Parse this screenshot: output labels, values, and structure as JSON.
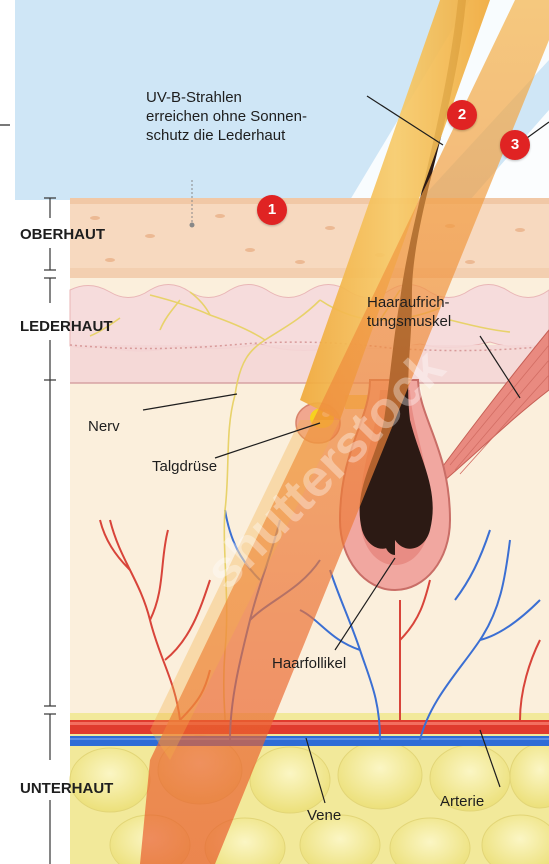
{
  "layers": {
    "epidermis": "OBERHAUT",
    "dermis": "LEDERHAUT",
    "subcutis": "UNTERHAUT"
  },
  "callout": {
    "line1": "UV-B-Strahlen",
    "line2": "erreichen ohne Sonnen-",
    "line3": "schutz die Lederhaut"
  },
  "markers": {
    "m1": "1",
    "m2": "2",
    "m3": "3"
  },
  "labels": {
    "nerve": "Nerv",
    "sebaceous_gland": "Talgdrüse",
    "arrector_line1": "Haaraufrich-",
    "arrector_line2": "tungsmuskel",
    "hair_follicle": "Haarfollikel",
    "vein": "Vene",
    "artery": "Arterie"
  },
  "colors": {
    "background_blue": "#cfe6f6",
    "epidermis": "#f7d9bf",
    "dermis": "#fbefdc",
    "subcutis_fat": "#f6ef9c",
    "artery": "#e03b2e",
    "vein": "#2e6cd6",
    "uv_ray": "#f2b43c",
    "marker": "#e02323"
  },
  "watermark": "shutterstock"
}
